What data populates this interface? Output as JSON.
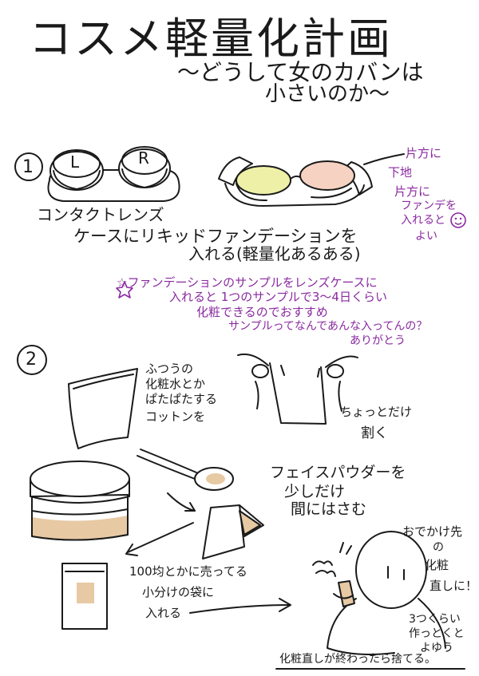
{
  "title": "コスメ軽量化計画",
  "subtitle_line1": "〜どうして女のカバンは",
  "subtitle_line2": "小さいのか〜",
  "section1": {
    "number": "1",
    "case_left_label": "L",
    "case_right_label": "R",
    "caption_line1": "コンタクトレンズ",
    "caption_line2": "ケースにリキッドファンデーションを",
    "caption_line3": "入れる(軽量化あるある)",
    "side_note": [
      "片方に",
      "下地",
      "片方に",
      "ファンデを",
      "入れると",
      "よい"
    ],
    "star_note": [
      "☆ファンデーションのサンプルをレンズケースに",
      "入れると 1つのサンプルで3〜4日くらい",
      "化粧できるのでおすすめ",
      "サンプルってなんであんな入ってんの？",
      "ありがとう"
    ]
  },
  "section2": {
    "number": "2",
    "cotton_note": [
      "ふつうの",
      "化粧水とか",
      "ぱたぱたする",
      "コットンを"
    ],
    "tear_note": [
      "ちょっとだけ",
      "割く"
    ],
    "powder_note": [
      "フェイスパウダーを",
      "少しだけ",
      "間にはさむ"
    ],
    "bag_note": [
      "100均とかに売ってる",
      "小分けの袋に",
      "入れる"
    ],
    "outing_note": [
      "おでかけ先",
      "の",
      "化粧",
      "直しに！"
    ],
    "make_note": [
      "3つくらい",
      "作っとくと",
      "よゆう"
    ],
    "bottom_note": "化粧直しが終わったら捨てる。"
  },
  "colors": {
    "ink": "#1a1a1a",
    "purple_note": "#8a2aa0",
    "primer_yellow": "#eef0a8",
    "foundation_peach": "#f6d2c2",
    "powder_beige": "#e7c9a4"
  }
}
